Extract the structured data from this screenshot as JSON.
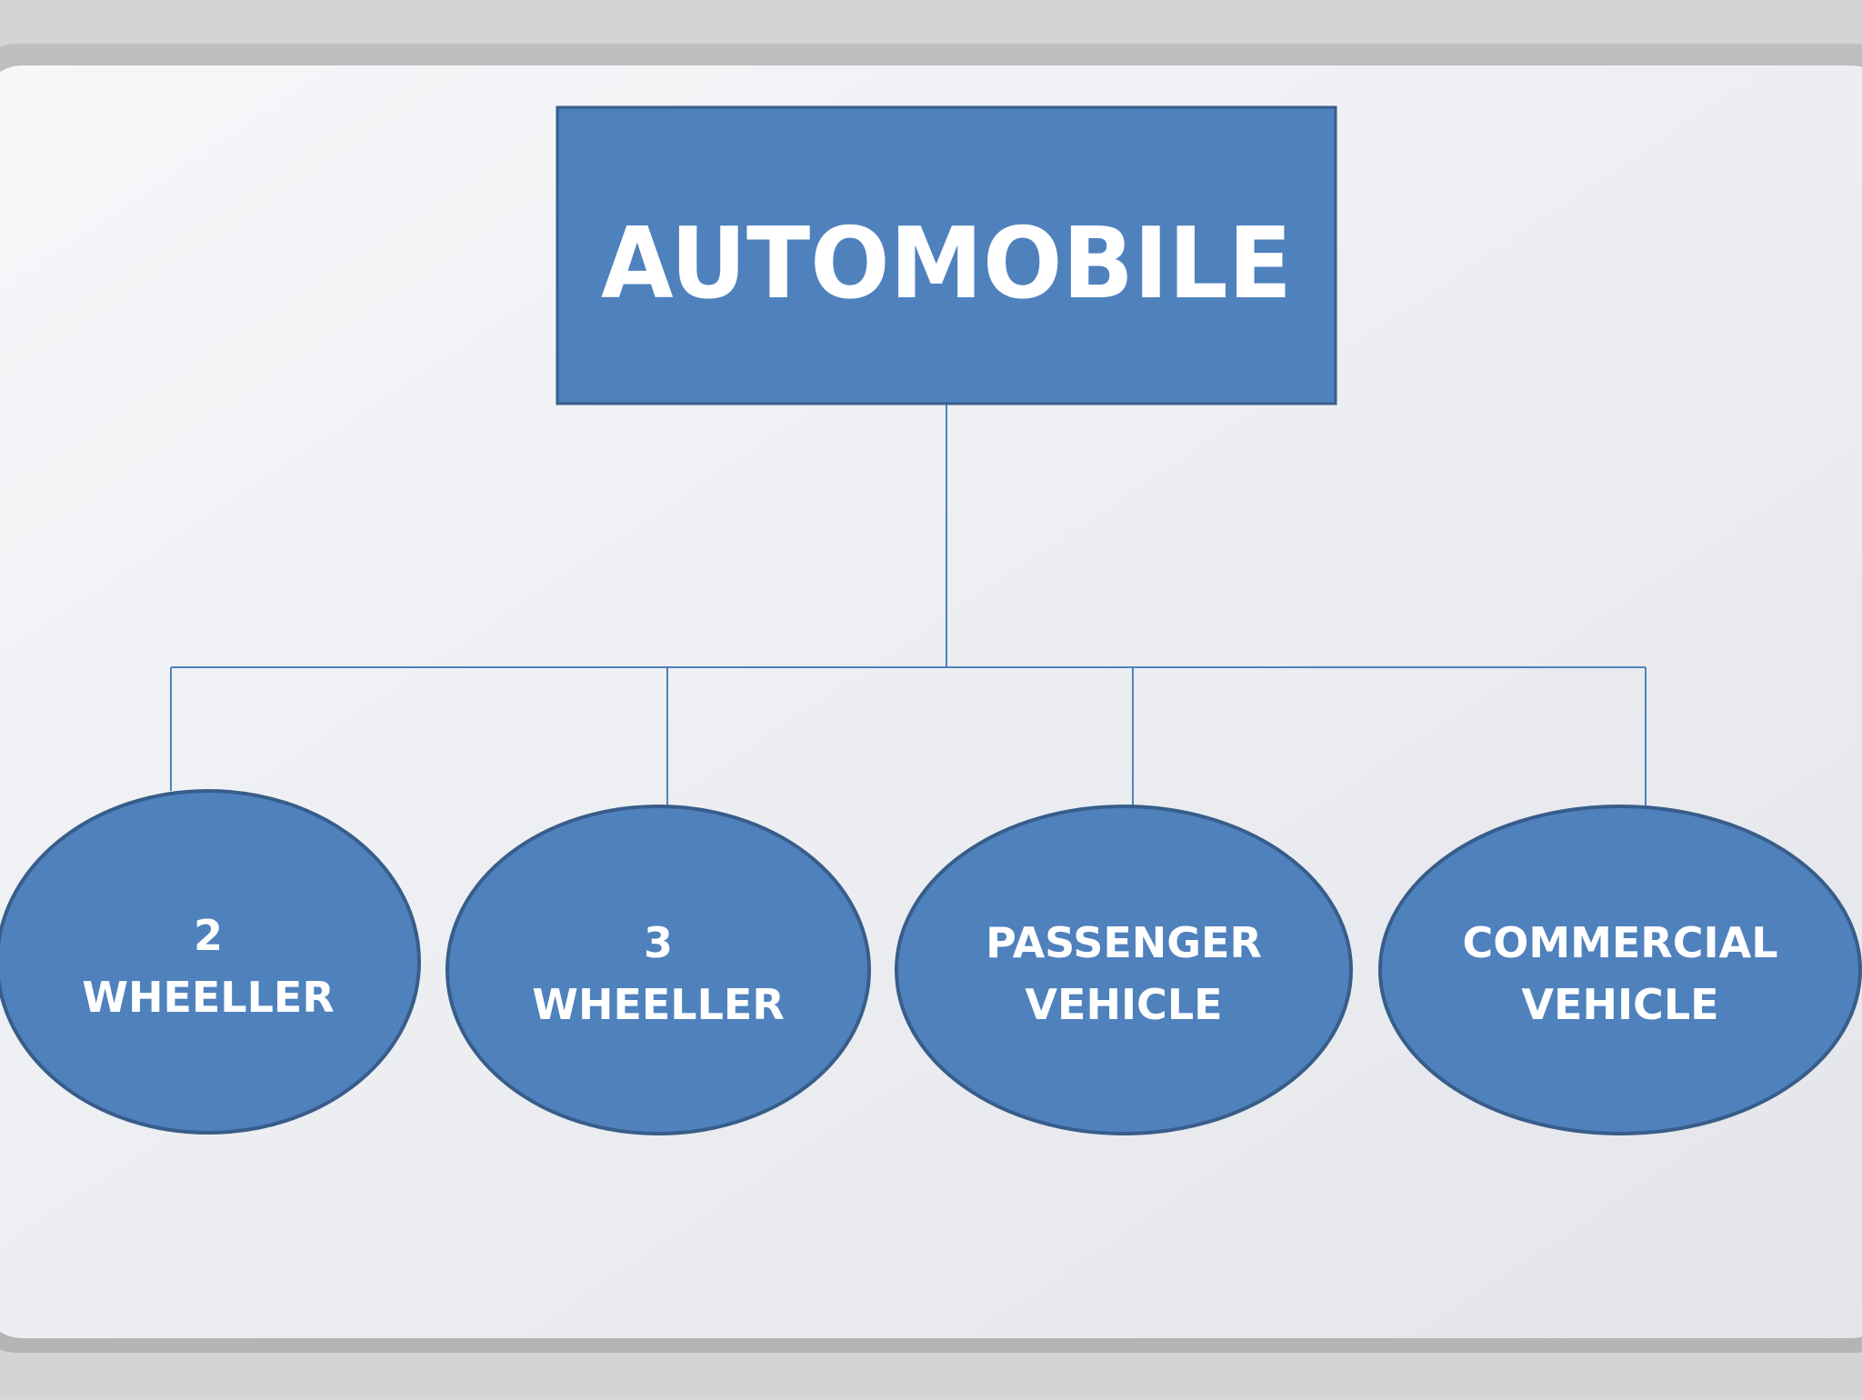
{
  "diagram": {
    "root": {
      "label": "AUTOMOBILE"
    },
    "children": [
      {
        "lines": [
          "2",
          "WHEELLER"
        ]
      },
      {
        "lines": [
          "3",
          "WHEELLER"
        ]
      },
      {
        "lines": [
          "PASSENGER",
          "VEHICLE"
        ]
      },
      {
        "lines": [
          "COMMERCIAL",
          "VEHICLE"
        ]
      }
    ]
  },
  "colors": {
    "node_fill": "#4f81bd",
    "node_stroke": "#385d8a",
    "connector": "#4f81bd",
    "text": "#ffffff",
    "board_face": "#eceef2",
    "board_frame": "#a8a8a8"
  }
}
